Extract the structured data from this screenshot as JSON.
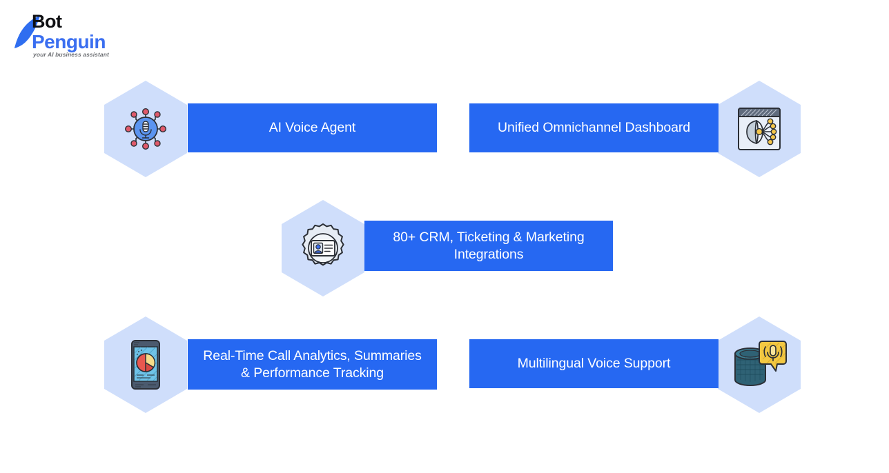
{
  "brand": {
    "name_line1": "Bot",
    "name_line2": "Penguin",
    "tagline": "your AI business assistant",
    "logo_icon": "penguin-logo-icon",
    "color_dark": "#101114",
    "color_blue": "#3a6ef0"
  },
  "theme": {
    "bar_blue": "#2668f2",
    "hexagon_blue": "#cfdefb",
    "bar_text": "#ffffff",
    "page_background": "#ffffff"
  },
  "features": [
    {
      "id": "ai-voice-agent",
      "label": "AI Voice Agent",
      "icon": "microphone-network-icon",
      "icon_side": "left",
      "row": 1
    },
    {
      "id": "unified-omnichannel-dashboard",
      "label": "Unified Omnichannel Dashboard",
      "icon": "omnichannel-dashboard-window-icon",
      "icon_side": "right",
      "row": 1
    },
    {
      "id": "crm-ticketing-marketing-integrations",
      "label": "80+ CRM, Ticketing & Marketing Integrations",
      "icon": "gear-contact-card-icon",
      "icon_side": "left",
      "row": 2
    },
    {
      "id": "real-time-call-analytics",
      "label": "Real-Time Call Analytics, Summaries & Performance Tracking",
      "icon": "mobile-pie-chart-icon",
      "icon_side": "left",
      "row": 3
    },
    {
      "id": "multilingual-voice-support",
      "label": "Multilingual Voice Support",
      "icon": "smart-speaker-voice-bubble-icon",
      "icon_side": "right",
      "row": 3
    }
  ]
}
